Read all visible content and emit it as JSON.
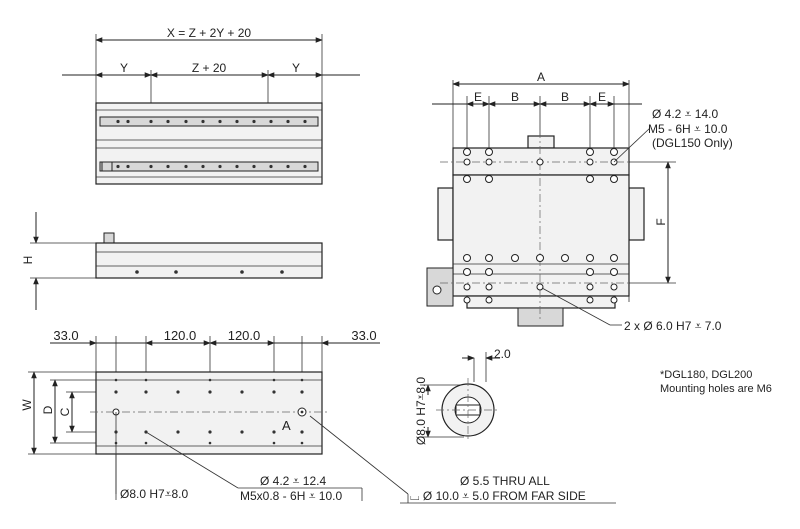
{
  "top_view": {
    "dim_overall": "X = Z + 2Y + 20",
    "dim_left": "Y",
    "dim_mid": "Z + 20",
    "dim_right": "Y"
  },
  "side_view": {
    "dim_height": "H"
  },
  "end_view": {
    "dim_a": "A",
    "dim_e_left": "E",
    "dim_b_left": "B",
    "dim_b_right": "B",
    "dim_e_right": "E",
    "dim_f": "F",
    "note_hole_1": "Ø 4.2 ⩡ 14.0",
    "note_hole_2": "M5 - 6H ⩡ 10.0",
    "note_hole_3": "(DGL150 Only)",
    "note_pin": "2 x Ø 6.0 H7 ⩡ 7.0"
  },
  "bottom_view": {
    "dim_left_33": "33.0",
    "dim_120_a": "120.0",
    "dim_120_b": "120.0",
    "dim_right_33": "33.0",
    "dim_w": "W",
    "dim_d": "D",
    "dim_c": "C",
    "label_a": "A",
    "note_drill": "Ø 4.2 ⩡ 12.4",
    "note_thread": "M5x0.8 - 6H ⩡ 10.0",
    "note_pin_hole": "Ø8.0 H7⩡8.0",
    "note_thru": "Ø 5.5 THRU ALL",
    "note_cbore": "⌴ Ø 10.0 ⩡ 5.0 FROM FAR SIDE"
  },
  "detail_a": {
    "dim_2": "2.0",
    "dim_pin": "Ø8.0 H7⩡8.0"
  },
  "footnote": {
    "line1": "*DGL180, DGL200",
    "line2": "Mounting holes are M6"
  }
}
